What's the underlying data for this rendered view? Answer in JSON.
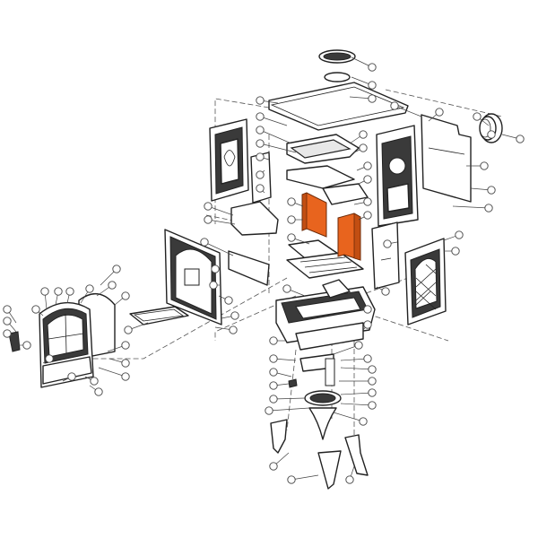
{
  "diagram": {
    "type": "exploded-parts-diagram",
    "subject": "stove",
    "highlight_color": "#e8641e",
    "line_color": "#222222",
    "highlighted_parts": [
      "firebrick-left",
      "firebrick-right"
    ]
  }
}
